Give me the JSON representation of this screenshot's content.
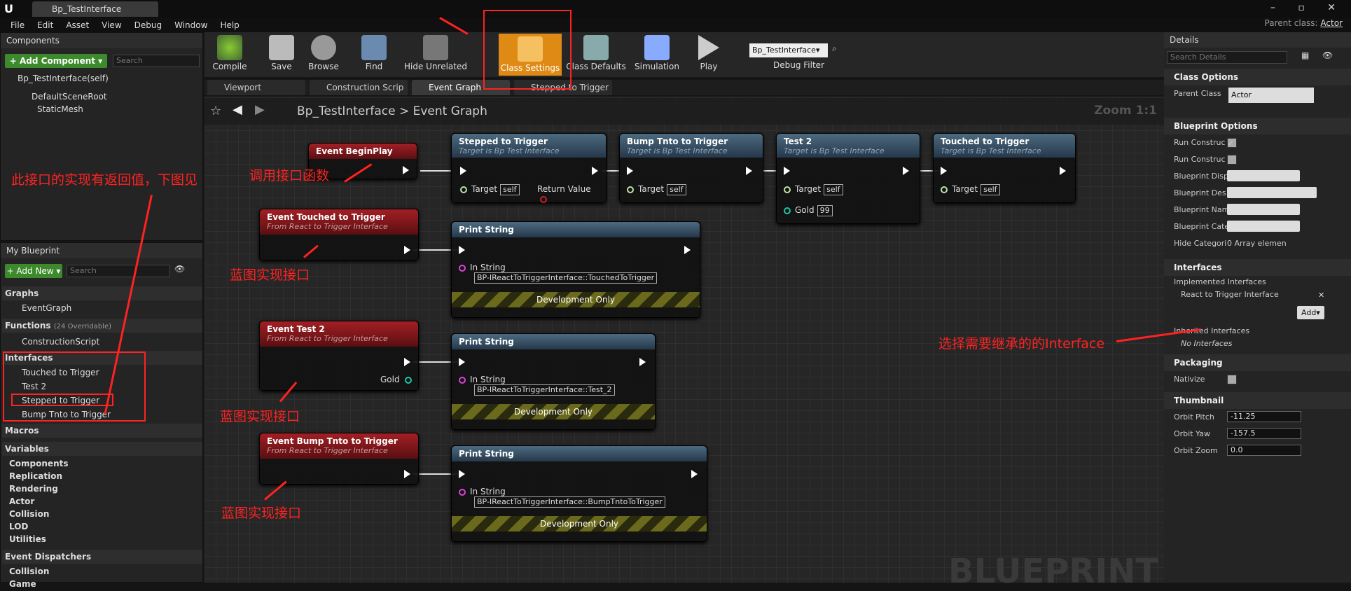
{
  "window": {
    "doc_tab": "Bp_TestInterface",
    "parent_class_label": "Parent class:",
    "parent_class_value": "Actor"
  },
  "menu": [
    "File",
    "Edit",
    "Asset",
    "View",
    "Debug",
    "Window",
    "Help"
  ],
  "components": {
    "title": "Components",
    "add_button": "+ Add Component ▾",
    "search_placeholder": "Search",
    "self": "Bp_TestInterface(self)",
    "root": "DefaultSceneRoot",
    "mesh": "StaticMesh"
  },
  "toolbar": {
    "compile": "Compile",
    "save": "Save",
    "browse": "Browse",
    "find": "Find",
    "hide_unrelated": "Hide Unrelated",
    "class_settings": "Class Settings",
    "class_defaults": "Class Defaults",
    "simulation": "Simulation",
    "play": "Play",
    "debug_select": "Bp_TestInterface▾",
    "debug_filter": "Debug Filter"
  },
  "graph_tabs": [
    "Viewport",
    "Construction Scrip",
    "Event Graph",
    "Stepped to Trigger"
  ],
  "breadcrumb": {
    "bp": "Bp_TestInterface",
    "sep": ">",
    "graph": "Event Graph",
    "zoom": "Zoom 1:1"
  },
  "my_blueprint": {
    "title": "My Blueprint",
    "add_new": "+ Add New ▾",
    "search_placeholder": "Search",
    "graphs": "Graphs",
    "event_graph": "EventGraph",
    "functions": "Functions",
    "functions_note": "(24 Overridable)",
    "construction": "ConstructionScript",
    "interfaces": "Interfaces",
    "interface_items": [
      "Touched to Trigger",
      "Test 2",
      "Stepped to Trigger",
      "Bump Tnto to Trigger"
    ],
    "macros": "Macros",
    "variables": "Variables",
    "var_cats": [
      "Components",
      "Replication",
      "Rendering",
      "Actor",
      "Collision",
      "LOD",
      "Utilities"
    ],
    "dispatchers": "Event Dispatchers",
    "disp_cats": [
      "Collision",
      "Game"
    ]
  },
  "nodes": {
    "begin_play": "Event BeginPlay",
    "call_stepped": {
      "title": "Stepped to Trigger",
      "sub": "Target is Bp Test Interface",
      "target": "Target",
      "self": "self",
      "ret": "Return Value"
    },
    "call_bump": {
      "title": "Bump Tnto to Trigger",
      "sub": "Target is Bp Test Interface",
      "target": "Target",
      "self": "self"
    },
    "call_test2": {
      "title": "Test 2",
      "sub": "Target is Bp Test Interface",
      "target": "Target",
      "self": "self",
      "gold": "Gold",
      "gold_val": "99"
    },
    "call_touched": {
      "title": "Touched to Trigger",
      "sub": "Target is Bp Test Interface",
      "target": "Target",
      "self": "self"
    },
    "ev_touched": {
      "title": "Event Touched to Trigger",
      "sub": "From React to Trigger Interface"
    },
    "ev_test2": {
      "title": "Event Test 2",
      "sub": "From React to Trigger Interface",
      "gold": "Gold"
    },
    "ev_bump": {
      "title": "Event Bump Tnto to Trigger",
      "sub": "From React to Trigger Interface"
    },
    "print1": {
      "title": "Print String",
      "in": "In String",
      "val": "BP-IReactToTriggerInterface::TouchedToTrigger",
      "dev": "Development Only"
    },
    "print2": {
      "title": "Print String",
      "in": "In String",
      "val": "BP-IReactToTriggerInterface::Test_2",
      "dev": "Development Only"
    },
    "print3": {
      "title": "Print String",
      "in": "In String",
      "val": "BP-IReactToTriggerInterface::BumpTntoToTrigger",
      "dev": "Development Only"
    }
  },
  "watermark": "BLUEPRINT",
  "annotations": {
    "ret": "此接口的实现有返回值，下图见",
    "call": "调用接口函数",
    "impl1": "蓝图实现接口",
    "impl2": "蓝图实现接口",
    "impl3": "蓝图实现接口",
    "inherit": "选择需要继承的的Interface"
  },
  "details": {
    "title": "Details",
    "search_placeholder": "Search Details",
    "class_options": "Class Options",
    "parent_class": "Parent Class",
    "parent_val": "Actor",
    "bp_options": "Blueprint Options",
    "run1": "Run Construc",
    "run2": "Run Construc",
    "bp_disp": "Blueprint Disp",
    "bp_des": "Blueprint Des",
    "bp_nam": "Blueprint Nam",
    "bp_cat": "Blueprint Cate",
    "hide_cat": "Hide Categori",
    "array": "0 Array elemen",
    "interfaces": "Interfaces",
    "implemented": "Implemented Interfaces",
    "impl_item": "React to Trigger Interface",
    "add": "Add▾",
    "inherited": "Inherited Interfaces",
    "no_interfaces": "No Interfaces",
    "packaging": "Packaging",
    "nativize": "Nativize",
    "thumbnail": "Thumbnail",
    "orbit_pitch": "Orbit Pitch",
    "orbit_pitch_v": "-11.25",
    "orbit_yaw": "Orbit Yaw",
    "orbit_yaw_v": "-157.5",
    "orbit_zoom": "Orbit Zoom",
    "orbit_zoom_v": "0.0"
  }
}
